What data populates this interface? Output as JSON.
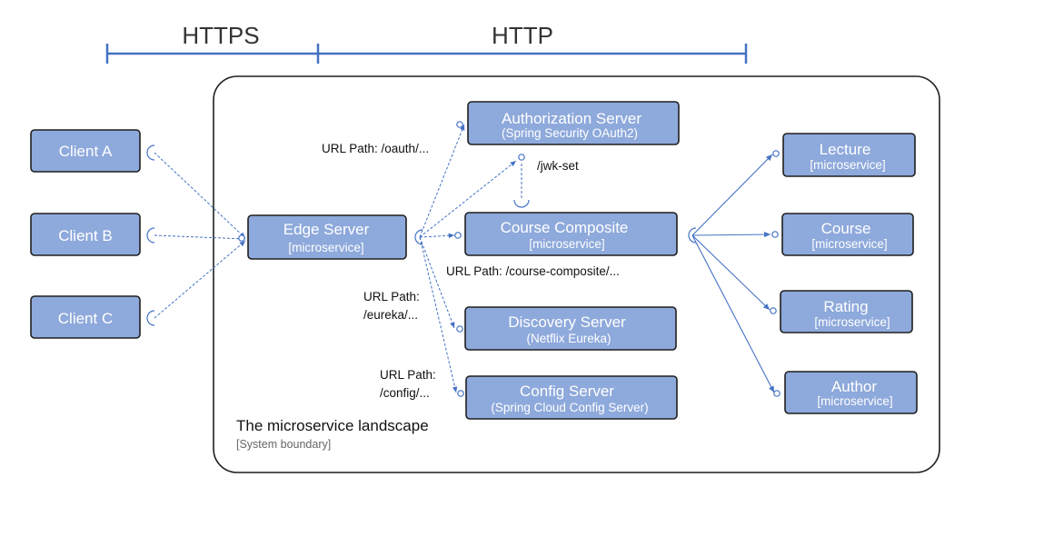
{
  "protocols": {
    "https": "HTTPS",
    "http": "HTTP"
  },
  "clients": {
    "a": "Client A",
    "b": "Client B",
    "c": "Client C"
  },
  "landscape": {
    "title": "The microservice landscape",
    "subtitle": "[System boundary]"
  },
  "edge": {
    "title": "Edge Server",
    "sub": "[microservice]"
  },
  "auth": {
    "title": "Authorization Server",
    "sub": "(Spring Security OAuth2)"
  },
  "composite": {
    "title": "Course Composite",
    "sub": "[microservice]"
  },
  "discovery": {
    "title": "Discovery Server",
    "sub": "(Netflix Eureka)"
  },
  "config": {
    "title": "Config Server",
    "sub": "(Spring Cloud Config Server)"
  },
  "services": {
    "lecture": {
      "title": "Lecture",
      "sub": "[microservice]"
    },
    "course": {
      "title": "Course",
      "sub": "[microservice]"
    },
    "rating": {
      "title": "Rating",
      "sub": "[microservice]"
    },
    "author": {
      "title": "Author",
      "sub": "[microservice]"
    }
  },
  "paths": {
    "oauth": "URL Path: /oauth/...",
    "jwk": "/jwk-set",
    "composite": "URL Path: /course-composite/...",
    "eureka_1": "URL Path:",
    "eureka_2": "/eureka/...",
    "config_1": "URL Path:",
    "config_2": "/config/..."
  },
  "colors": {
    "box_fill": "#8EA9DB",
    "line": "#4472C4",
    "border": "#1f1f1f"
  }
}
